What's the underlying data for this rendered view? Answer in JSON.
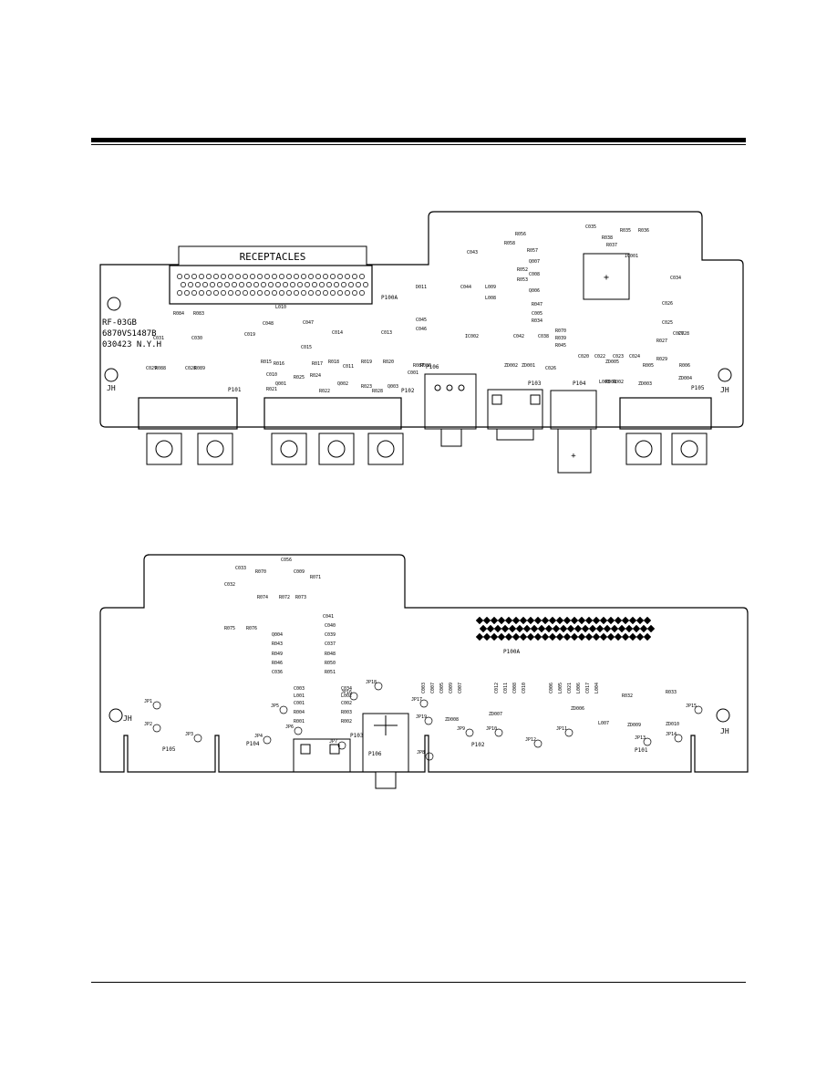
{
  "top_view": {
    "connector_title": "RECEPTACLES",
    "connector_ref": "P100A",
    "board_id": [
      "RF-03GB",
      "6870VS1487B",
      "030423 N.Y.H"
    ],
    "corner_marks": [
      "JH",
      "JH"
    ],
    "jacks": [
      "P101",
      "P102",
      "P103",
      "P104",
      "P105",
      "P106"
    ],
    "polarity_mark": "+",
    "components": [
      [
        "C031",
        168,
        372
      ],
      [
        "C030",
        210,
        372
      ],
      [
        "R084",
        190,
        345
      ],
      [
        "R083",
        212,
        345
      ],
      [
        "C029",
        160,
        405
      ],
      [
        "R088",
        170,
        405
      ],
      [
        "C028",
        203,
        405
      ],
      [
        "R089",
        213,
        405
      ],
      [
        "C019",
        268,
        368
      ],
      [
        "C048",
        288,
        356
      ],
      [
        "L010",
        302,
        338
      ],
      [
        "C047",
        332,
        355
      ],
      [
        "C015",
        330,
        382
      ],
      [
        "C014",
        364,
        366
      ],
      [
        "C013",
        418,
        366
      ],
      [
        "R015",
        286,
        398
      ],
      [
        "C010",
        292,
        412
      ],
      [
        "R016",
        300,
        400
      ],
      [
        "R021",
        292,
        428
      ],
      [
        "Q001",
        302,
        422
      ],
      [
        "R025",
        322,
        415
      ],
      [
        "R024",
        340,
        413
      ],
      [
        "R017",
        342,
        400
      ],
      [
        "R018",
        360,
        398
      ],
      [
        "C011",
        376,
        403
      ],
      [
        "Q002",
        370,
        422
      ],
      [
        "R022",
        350,
        430
      ],
      [
        "R019",
        396,
        398
      ],
      [
        "R020",
        420,
        398
      ],
      [
        "R023",
        396,
        425
      ],
      [
        "R028",
        408,
        430
      ],
      [
        "Q003",
        425,
        425
      ],
      [
        "C001",
        447,
        410
      ],
      [
        "R087",
        453,
        402
      ],
      [
        "R086",
        461,
        402
      ],
      [
        "C043",
        512,
        278
      ],
      [
        "D011",
        456,
        316
      ],
      [
        "C044",
        505,
        316
      ],
      [
        "L009",
        532,
        316
      ],
      [
        "L008",
        532,
        328
      ],
      [
        "C045",
        456,
        352
      ],
      [
        "C046",
        456,
        362
      ],
      [
        "IC002",
        510,
        370
      ],
      [
        "R058",
        553,
        268
      ],
      [
        "R056",
        565,
        258
      ],
      [
        "R057",
        578,
        276
      ],
      [
        "Q007",
        580,
        288
      ],
      [
        "R052",
        567,
        297
      ],
      [
        "C008",
        580,
        302
      ],
      [
        "R053",
        567,
        308
      ],
      [
        "Q006",
        580,
        320
      ],
      [
        "R047",
        583,
        335
      ],
      [
        "C005",
        583,
        345
      ],
      [
        "R034",
        583,
        353
      ],
      [
        "C042",
        563,
        370
      ],
      [
        "C038",
        590,
        370
      ],
      [
        "ZD002",
        553,
        402
      ],
      [
        "ZD001",
        572,
        402
      ],
      [
        "C035",
        642,
        250
      ],
      [
        "R037",
        665,
        270
      ],
      [
        "R035",
        680,
        254
      ],
      [
        "R038",
        660,
        262
      ],
      [
        "R036",
        700,
        254
      ],
      [
        "IC001",
        685,
        282
      ],
      [
        "C034",
        735,
        306
      ],
      [
        "C026",
        726,
        334
      ],
      [
        "C025",
        726,
        355
      ],
      [
        "R070",
        609,
        364
      ],
      [
        "R039",
        609,
        372
      ],
      [
        "R045",
        609,
        380
      ],
      [
        "C020",
        634,
        392
      ],
      [
        "C022",
        652,
        392
      ],
      [
        "C023",
        672,
        392
      ],
      [
        "C024",
        690,
        392
      ],
      [
        "R027",
        720,
        375
      ],
      [
        "R029",
        720,
        395
      ],
      [
        "R005",
        705,
        402
      ],
      [
        "R006",
        745,
        402
      ],
      [
        "ZD004",
        744,
        416
      ],
      [
        "ZD003",
        700,
        422
      ],
      [
        "ZD005",
        664,
        398
      ],
      [
        "C026",
        598,
        405
      ],
      [
        "L003",
        657,
        420
      ],
      [
        "R001",
        664,
        420
      ],
      [
        "R002",
        672,
        420
      ],
      [
        "C027",
        738,
        367
      ],
      [
        "C028",
        744,
        367
      ]
    ]
  },
  "bottom_view": {
    "connector_ref": "P100A",
    "corner_marks": [
      "JH",
      "JH"
    ],
    "jacks": [
      "P101",
      "P102",
      "P103",
      "P104",
      "P105",
      "P106"
    ],
    "jumpers": [
      "JP1",
      "JP2",
      "JP3",
      "JP4",
      "JP5",
      "JP6",
      "JP7",
      "JP8",
      "JP9",
      "JP10",
      "JP11",
      "JP12",
      "JP13",
      "JP14",
      "JP15",
      "JP16",
      "JP17",
      "JP18",
      "JP19"
    ],
    "components": [
      [
        "C056",
        308,
        615
      ],
      [
        "C033",
        258,
        624
      ],
      [
        "R070",
        280,
        628
      ],
      [
        "C009",
        322,
        628
      ],
      [
        "R071",
        340,
        634
      ],
      [
        "C032",
        246,
        642
      ],
      [
        "R074",
        282,
        656
      ],
      [
        "R072",
        306,
        656
      ],
      [
        "R073",
        324,
        656
      ],
      [
        "R075",
        246,
        690
      ],
      [
        "R076",
        270,
        690
      ],
      [
        "C041",
        354,
        677
      ],
      [
        "C040",
        356,
        687
      ],
      [
        "Q004",
        298,
        697
      ],
      [
        "C039",
        356,
        697
      ],
      [
        "R043",
        298,
        707
      ],
      [
        "C037",
        356,
        707
      ],
      [
        "R049",
        298,
        718
      ],
      [
        "R048",
        356,
        718
      ],
      [
        "R046",
        298,
        728
      ],
      [
        "R050",
        356,
        728
      ],
      [
        "C036",
        298,
        738
      ],
      [
        "R051",
        356,
        738
      ],
      [
        "C003",
        322,
        756
      ],
      [
        "C034",
        374,
        756
      ],
      [
        "L001",
        322,
        764
      ],
      [
        "L002",
        374,
        764
      ],
      [
        "C001",
        322,
        772
      ],
      [
        "C002",
        374,
        772
      ],
      [
        "R004",
        322,
        782
      ],
      [
        "R003",
        374,
        782
      ],
      [
        "R001",
        322,
        792
      ],
      [
        "R002",
        374,
        792
      ],
      [
        "ZD007",
        536,
        784
      ],
      [
        "ZD008",
        488,
        790
      ],
      [
        "ZD006",
        626,
        778
      ],
      [
        "L007",
        656,
        794
      ],
      [
        "ZD009",
        688,
        796
      ],
      [
        "R032",
        682,
        764
      ],
      [
        "R033",
        730,
        760
      ],
      [
        "ZD010",
        730,
        795
      ]
    ],
    "vertical_labels": [
      "C003",
      "C007",
      "C005",
      "C009",
      "C007",
      "C012",
      "C011",
      "C008",
      "C010",
      "C006",
      "L005",
      "C021",
      "L006",
      "C017",
      "L004"
    ]
  }
}
